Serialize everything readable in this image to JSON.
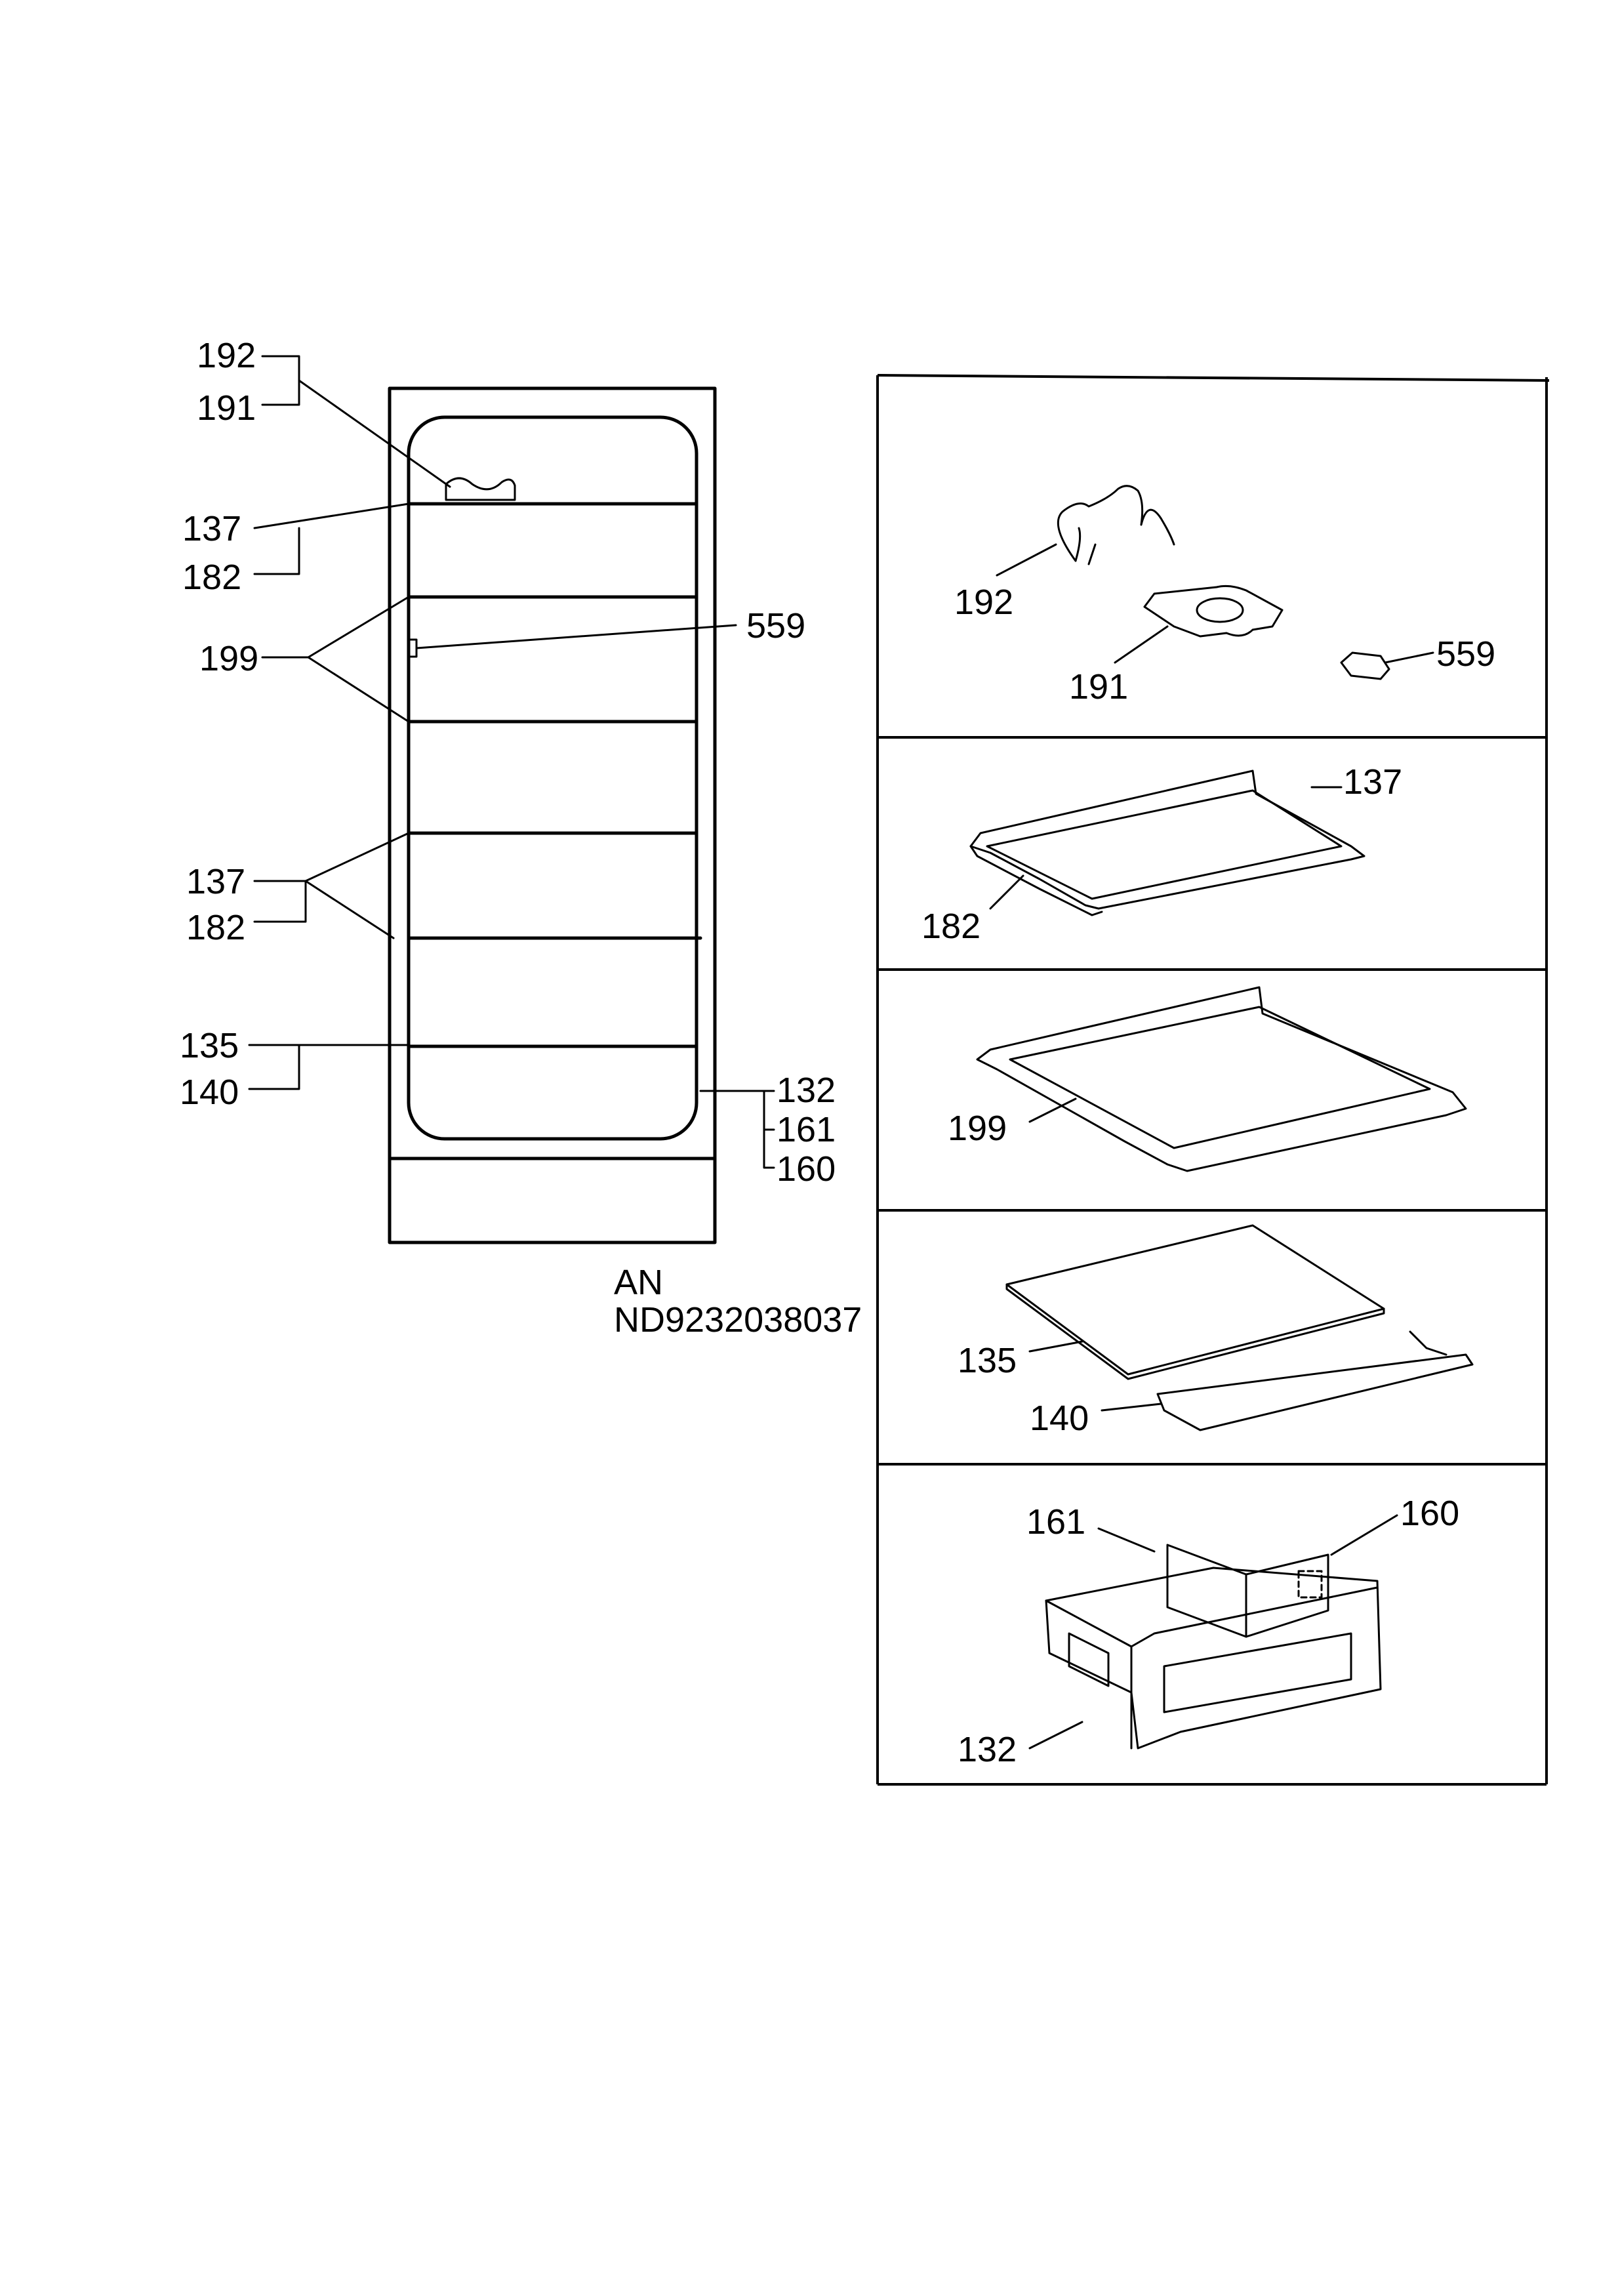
{
  "cabinet_labels": {
    "l192": "192",
    "l191": "191",
    "l137a": "137",
    "l182a": "182",
    "l199": "199",
    "l559": "559",
    "l137b": "137",
    "l182b": "182",
    "l135": "135",
    "l140": "140",
    "l132": "132",
    "l161": "161",
    "l160": "160"
  },
  "model": {
    "line1": "AN",
    "line2": "ND9232038037"
  },
  "panels": {
    "p1": {
      "l192": "192",
      "l191": "191",
      "l559": "559"
    },
    "p2": {
      "l137": "137",
      "l182": "182"
    },
    "p3": {
      "l199": "199"
    },
    "p4": {
      "l135": "135",
      "l140": "140"
    },
    "p5": {
      "l161": "161",
      "l160": "160",
      "l132": "132"
    }
  }
}
